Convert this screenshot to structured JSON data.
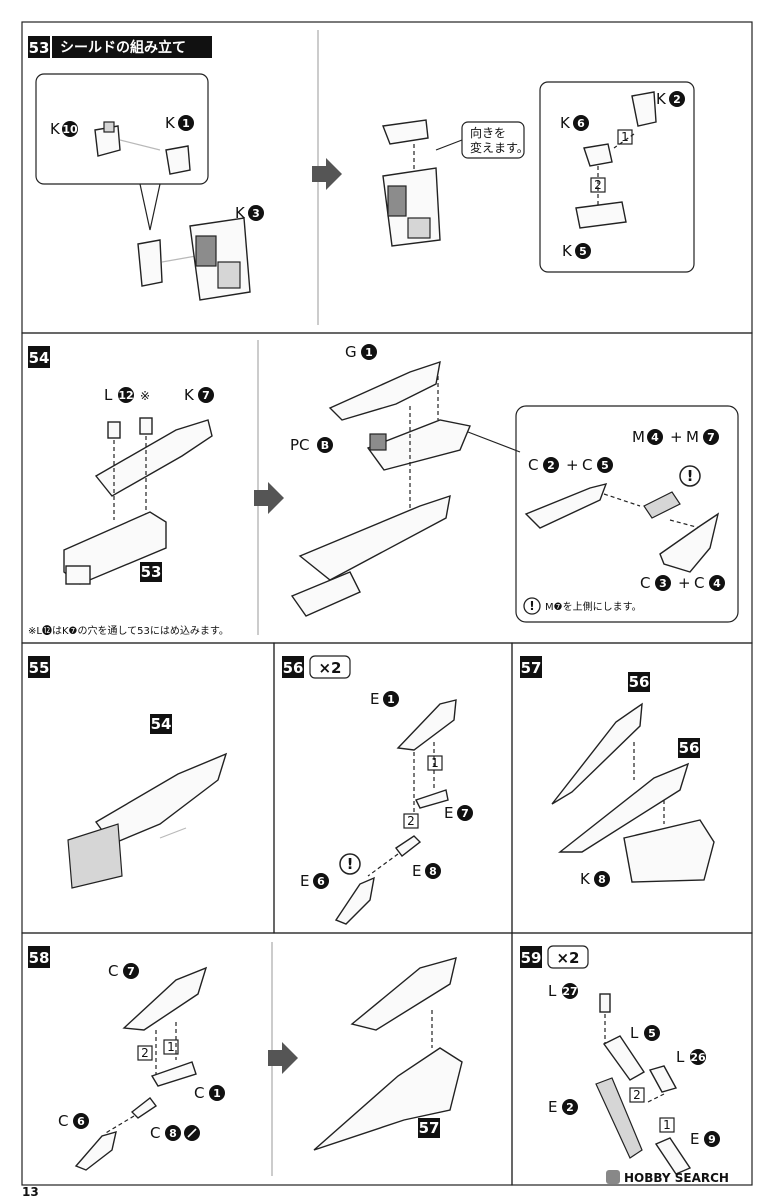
{
  "page_number": "13",
  "watermark": "HOBBY SEARCH",
  "steps": {
    "s53": {
      "number": "53",
      "title": "シールドの組み立て",
      "labels": {
        "k10": "10",
        "k1": "1",
        "k3": "3",
        "k2": "2",
        "k6": "6",
        "k5": "5",
        "K": "K"
      },
      "callout": [
        "向きを",
        "変えます。"
      ],
      "order": [
        "1",
        "2"
      ]
    },
    "s54": {
      "number": "54",
      "labels": {
        "l12": "12",
        "k7": "7",
        "mark": "※",
        "g1": "1",
        "pcB": "B",
        "c2": "2",
        "c5": "5",
        "m4": "4",
        "m7": "7",
        "c3": "3",
        "c4": "4",
        "L": "L",
        "K": "K",
        "G": "G",
        "PC": "PC",
        "C": "C",
        "M": "M",
        "plus": "+"
      },
      "ref": "53",
      "tip": "M❼を上側にします。",
      "footnote": "※L⓬はK❼の穴を通して53にはめ込みます。"
    },
    "s55": {
      "number": "55",
      "ref": "54"
    },
    "s56": {
      "number": "56",
      "multiplier": "×2",
      "labels": {
        "e1": "1",
        "e7": "7",
        "e8": "8",
        "e6": "6",
        "E": "E"
      },
      "order": [
        "1",
        "2"
      ]
    },
    "s57": {
      "number": "57",
      "refs": [
        "56",
        "56"
      ],
      "labels": {
        "k8": "8",
        "K": "K"
      }
    },
    "s58": {
      "number": "58",
      "labels": {
        "c7": "7",
        "c1": "1",
        "c6": "6",
        "c8": "8",
        "C": "C"
      },
      "order": [
        "2",
        "1"
      ],
      "ref": "57"
    },
    "s59": {
      "number": "59",
      "multiplier": "×2",
      "labels": {
        "l27": "27",
        "l5": "5",
        "l26": "26",
        "e2": "2",
        "e9": "9",
        "L": "L",
        "E": "E"
      },
      "order": [
        "2",
        "1"
      ]
    }
  },
  "icons": [
    "play-arrow-icon",
    "attention-icon",
    "cut-mark-icon",
    "watermark-logo-icon"
  ]
}
